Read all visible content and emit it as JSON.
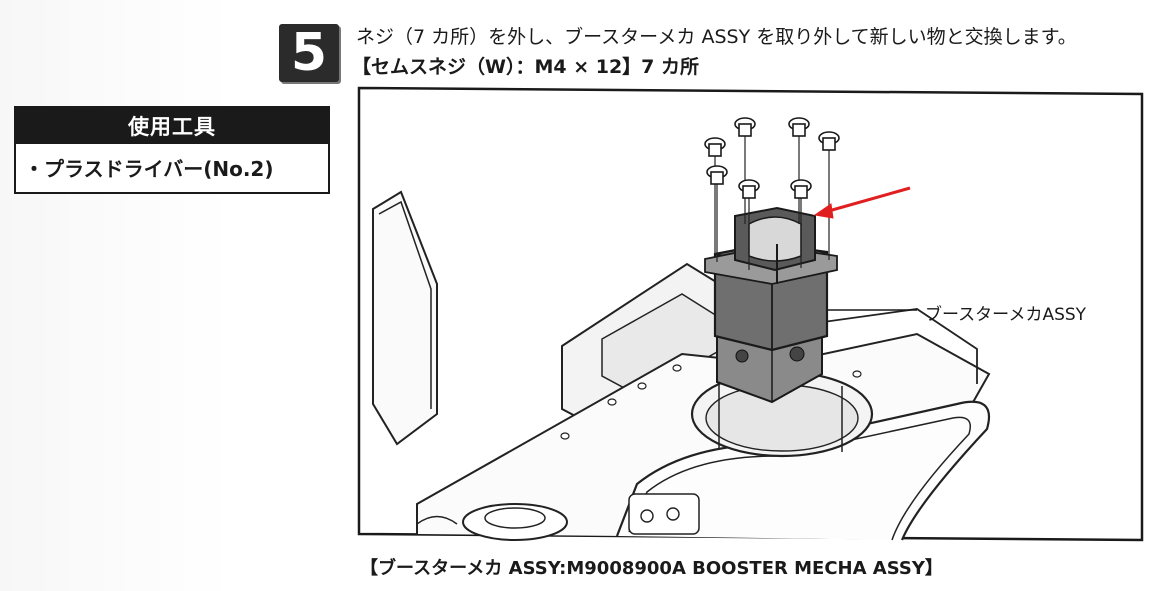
{
  "step": {
    "number": "5"
  },
  "instruction": "ネジ（7 カ所）を外し、ブースターメカ ASSY を取り外して新しい物と交換します。",
  "screw_spec": "【セムスネジ（W）：M4 × 12】7 カ所",
  "tools": {
    "title": "使用工具",
    "items": [
      "・プラスドライバー(No.2)"
    ]
  },
  "figure": {
    "callout_label": "ブースターメカASSY",
    "arrow_color": "#e02020"
  },
  "caption": "【ブースターメカ ASSY:M9008900A BOOSTER MECHA ASSY】"
}
